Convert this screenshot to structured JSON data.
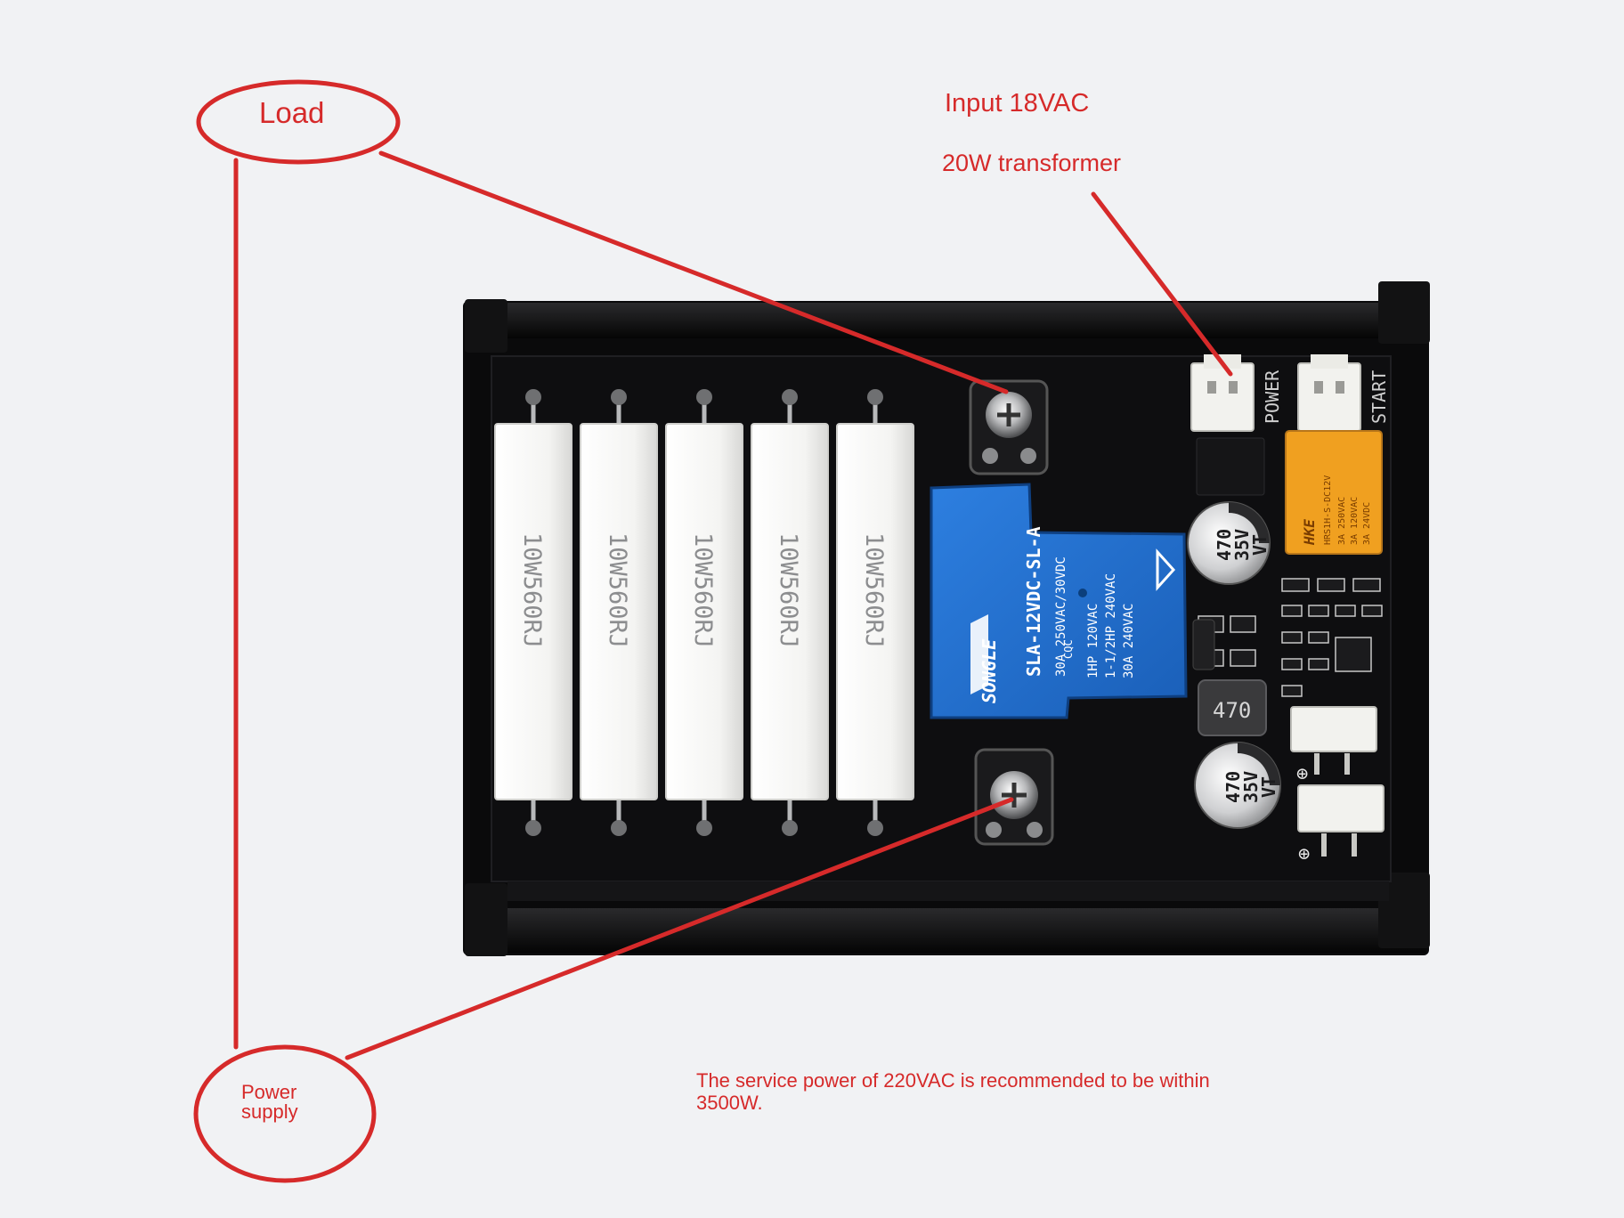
{
  "annotations": {
    "load": "Load",
    "input_line1": "Input 18VAC",
    "input_line2": "20W transformer",
    "power_supply_line1": "Power",
    "power_supply_line2": "supply",
    "note_line1": "The service power of 220VAC is recommended to be within",
    "note_line2": "3500W."
  },
  "board": {
    "resistors": [
      {
        "marking": "10W560RJ"
      },
      {
        "marking": "10W560RJ"
      },
      {
        "marking": "10W560RJ"
      },
      {
        "marking": "10W560RJ"
      },
      {
        "marking": "10W560RJ"
      }
    ],
    "relay": {
      "brand": "SONGLE",
      "model": "SLA-12VDC-SL-A",
      "rating1": "30A  250VAC/30VDC",
      "rating2": "1HP 120VAC",
      "rating3": "1-1/2HP 240VAC",
      "rating4": "30A 240VAC",
      "cert": "CQC"
    },
    "capacitors": [
      {
        "line1": "470",
        "line2": "35V",
        "line3": "VT"
      },
      {
        "line1": "470",
        "line2": "35V",
        "line3": "VT"
      }
    ],
    "inductor": "470",
    "connector_labels": {
      "power": "POWER",
      "start": "START"
    },
    "small_relay": {
      "brand": "HKE",
      "model": "HRS1H-S-DC12V",
      "rating_a": "3A 250VAC",
      "rating_b": "3A 120VAC",
      "rating_c": "3A 24VDC"
    },
    "polarity_symbol": "⊕"
  },
  "colors": {
    "annotation": "#d62a2a",
    "background": "#f1f2f4",
    "pcb": "#0c0c0d",
    "relay": "#1e6fd1",
    "small_relay": "#f0a020",
    "resistor": "#f7f7f5"
  }
}
